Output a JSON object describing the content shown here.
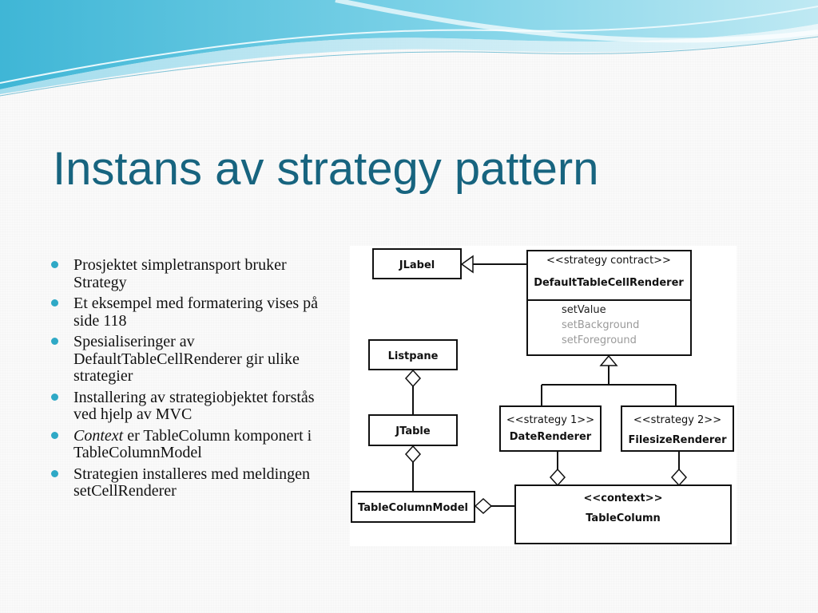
{
  "slide": {
    "title": "Instans av strategy pattern",
    "accent_color": "#17647f",
    "bullet_color": "#2fa9c6"
  },
  "bullets": [
    {
      "text": "Prosjektet simpletransport bruker Strategy"
    },
    {
      "text": "Et eksempel med formatering vises på side 118"
    },
    {
      "text": "Spesialiseringer av DefaultTableCellRenderer gir ulike strategier"
    },
    {
      "text": "Installering av strategiobjektet forstås ved hjelp av MVC"
    },
    {
      "italic": "Context",
      "text": " er TableColumn komponert i TableColumnModel"
    },
    {
      "text": "Strategien installeres med meldingen setCellRenderer"
    }
  ],
  "diagram": {
    "jlabel": "JLabel",
    "default_stereotype": "<<strategy contract>>",
    "default_name": "DefaultTableCellRenderer",
    "operations": [
      "setValue",
      "setBackground",
      "setForeground"
    ],
    "listpane": "Listpane",
    "jtable": "JTable",
    "date_stereotype": "<<strategy 1>>",
    "date_name": "DateRenderer",
    "filesize_stereotype": "<<strategy 2>>",
    "filesize_name": "FilesizeRenderer",
    "tcm": "TableColumnModel",
    "tc_stereotype": "<<context>>",
    "tc_name": "TableColumn"
  }
}
